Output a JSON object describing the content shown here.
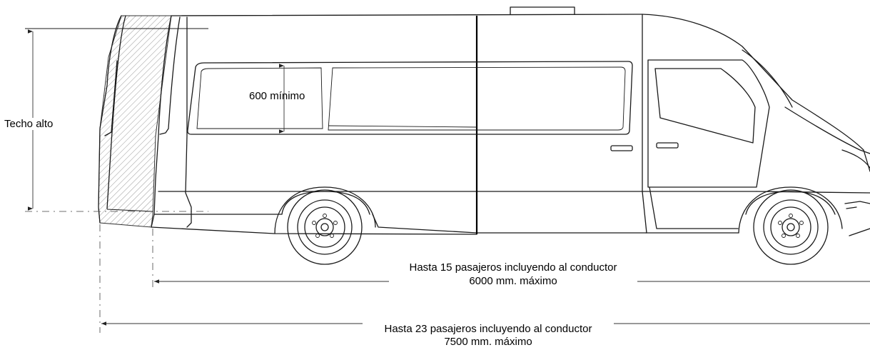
{
  "labels": {
    "roof_height": "Techo alto",
    "window_min": "600 mínimo",
    "dimension_15_title": "Hasta 15 pasajeros incluyendo al conductor",
    "dimension_15_value": "6000 mm. máximo",
    "dimension_23_title": "Hasta 23 pasajeros incluyendo al conductor",
    "dimension_23_value": "7500 mm. máximo"
  },
  "colors": {
    "line": "#1a1a1a",
    "hatch": "#9a9a9a",
    "background": "#ffffff"
  }
}
